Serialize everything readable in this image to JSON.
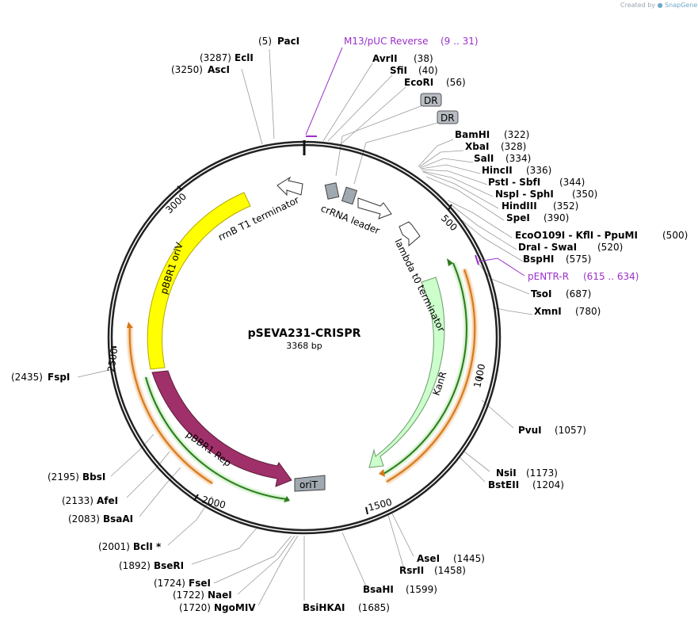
{
  "header": {
    "credit_prefix": "Created by",
    "credit_brand": "SnapGene"
  },
  "plasmid": {
    "name": "pSEVA231-CRISPR",
    "size_label": "3368 bp",
    "length": 3368
  },
  "scale_ticks": [
    "500",
    "1000",
    "1500",
    "2000",
    "2500",
    "3000"
  ],
  "enzymes": [
    {
      "name": "PacI",
      "pos": "(5)",
      "site": 5
    },
    {
      "name": "AvrII",
      "pos": "(38)",
      "site": 38
    },
    {
      "name": "SfiI",
      "pos": "(40)",
      "site": 40
    },
    {
      "name": "EcoRI",
      "pos": "(56)",
      "site": 56
    },
    {
      "name": "BamHI",
      "pos": "(322)",
      "site": 322
    },
    {
      "name": "XbaI",
      "pos": "(328)",
      "site": 328
    },
    {
      "name": "SalI",
      "pos": "(334)",
      "site": 334
    },
    {
      "name": "HincII",
      "pos": "(336)",
      "site": 336
    },
    {
      "name": "PstI - SbfI",
      "pos": "(344)",
      "site": 344
    },
    {
      "name": "NspI - SphI",
      "pos": "(350)",
      "site": 350
    },
    {
      "name": "HindIII",
      "pos": "(352)",
      "site": 352
    },
    {
      "name": "SpeI",
      "pos": "(390)",
      "site": 390
    },
    {
      "name": "EcoO109I - KflI - PpuMI",
      "pos": "(500)",
      "site": 500
    },
    {
      "name": "DraI - SwaI",
      "pos": "(520)",
      "site": 520
    },
    {
      "name": "BspHI",
      "pos": "(575)",
      "site": 575
    },
    {
      "name": "TsoI",
      "pos": "(687)",
      "site": 687
    },
    {
      "name": "XmnI",
      "pos": "(780)",
      "site": 780
    },
    {
      "name": "PvuI",
      "pos": "(1057)",
      "site": 1057
    },
    {
      "name": "NsiI",
      "pos": "(1173)",
      "site": 1173
    },
    {
      "name": "BstEII",
      "pos": "(1204)",
      "site": 1204
    },
    {
      "name": "AseI",
      "pos": "(1445)",
      "site": 1445
    },
    {
      "name": "RsrII",
      "pos": "(1458)",
      "site": 1458
    },
    {
      "name": "BsaHI",
      "pos": "(1599)",
      "site": 1599
    },
    {
      "name": "BsiHKAI",
      "pos": "(1685)",
      "site": 1685
    },
    {
      "name": "NgoMIV",
      "pos": "(1720)",
      "site": 1720
    },
    {
      "name": "NaeI",
      "pos": "(1722)",
      "site": 1722
    },
    {
      "name": "FseI",
      "pos": "(1724)",
      "site": 1724
    },
    {
      "name": "BseRI",
      "pos": "(1892)",
      "site": 1892
    },
    {
      "name": "BclI *",
      "pos": "(2001)",
      "site": 2001
    },
    {
      "name": "BsaAI",
      "pos": "(2083)",
      "site": 2083
    },
    {
      "name": "AfeI",
      "pos": "(2133)",
      "site": 2133
    },
    {
      "name": "BbsI",
      "pos": "(2195)",
      "site": 2195
    },
    {
      "name": "FspI",
      "pos": "(2435)",
      "site": 2435
    },
    {
      "name": "AscI",
      "pos": "(3250)",
      "site": 3250
    },
    {
      "name": "EclI",
      "pos": "(3287)",
      "site": 3287
    }
  ],
  "primers": [
    {
      "name": "M13/pUC Reverse",
      "range": "(9 .. 31)"
    },
    {
      "name": "pENTR-R",
      "range": "(615 .. 634)"
    }
  ],
  "features": {
    "rrnb": "rrnB T1 terminator",
    "crrna": "crRNA leader",
    "lambda": "lambda t0 terminator",
    "kanr": "KanR",
    "oriv": "pBBR1 oriV",
    "rep": "pBBR1 Rep",
    "orit": "oriT",
    "dr1": "DR",
    "dr2": "DR"
  },
  "colors": {
    "backbone": "#222222",
    "oriv": "#ffff00",
    "rep": "#a0306a",
    "kanr": "#ccffcc",
    "orit": "#a0a8b0",
    "primer": "#9b30c9",
    "orf_green": "#2d7a1e",
    "orf_orange": "#d67818"
  }
}
